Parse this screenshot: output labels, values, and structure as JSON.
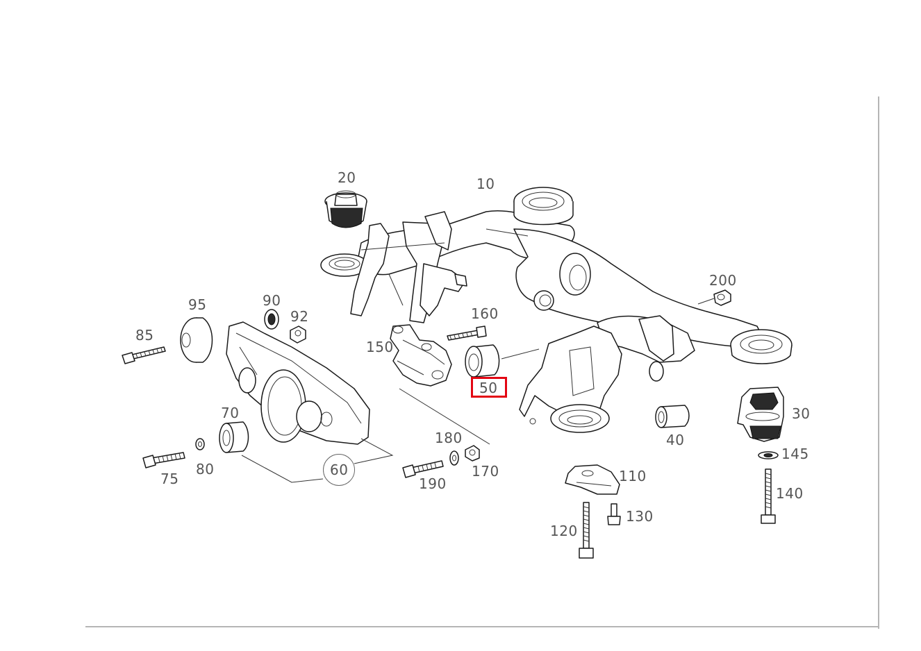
{
  "callouts": {
    "c10": "10",
    "c20": "20",
    "c30": "30",
    "c40": "40",
    "c50": "50",
    "c60": "60",
    "c70": "70",
    "c75": "75",
    "c80": "80",
    "c85": "85",
    "c90": "90",
    "c92": "92",
    "c95": "95",
    "c110": "110",
    "c120": "120",
    "c130": "130",
    "c140": "140",
    "c145": "145",
    "c150": "150",
    "c160": "160",
    "c170": "170",
    "c180": "180",
    "c190": "190",
    "c200": "200"
  },
  "highlight": {
    "color": "#e30613",
    "selected_part": "50"
  },
  "colors": {
    "line": "#1a1a1a",
    "label": "#555555",
    "frame": "#b5b5b5"
  }
}
